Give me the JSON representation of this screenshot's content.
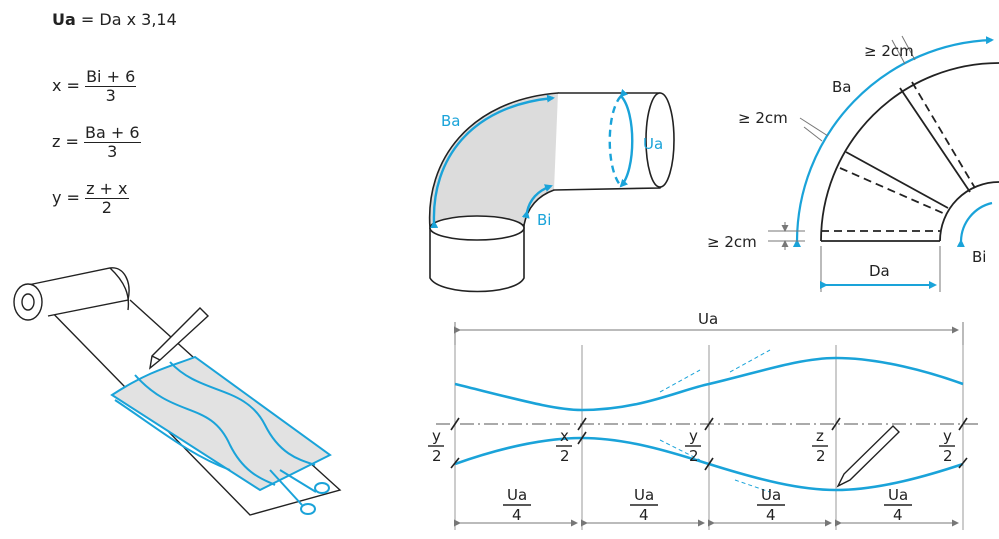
{
  "formulas": {
    "ua": {
      "lhs": "Ua",
      "rhs": "= Da x 3,14"
    },
    "x": {
      "lhs": "x =",
      "num": "Bi + 6",
      "den": "3"
    },
    "z": {
      "lhs": "z =",
      "num": "Ba + 6",
      "den": "3"
    },
    "y": {
      "lhs": "y =",
      "num": "z + x",
      "den": "2"
    }
  },
  "elbow": {
    "label_ba": "Ba",
    "label_ua": "Ua",
    "label_bi": "Bi"
  },
  "segments": {
    "label_ba": "Ba",
    "label_bi": "Bi",
    "label_da": "Da",
    "gap_top": "≥ 2cm",
    "gap_mid": "≥ 2cm",
    "gap_bottom": "≥ 2cm"
  },
  "unrolled": {
    "label_ua": "Ua",
    "frac_y1": {
      "num": "y",
      "den": "2"
    },
    "frac_x": {
      "num": "x",
      "den": "2"
    },
    "frac_y2": {
      "num": "y",
      "den": "2"
    },
    "frac_z": {
      "num": "z",
      "den": "2"
    },
    "frac_y3": {
      "num": "y",
      "den": "2"
    },
    "quarter": [
      {
        "num": "Ua",
        "den": "4"
      },
      {
        "num": "Ua",
        "den": "4"
      },
      {
        "num": "Ua",
        "den": "4"
      },
      {
        "num": "Ua",
        "den": "4"
      }
    ]
  },
  "colors": {
    "accent": "#1aa3d9",
    "line": "#222222",
    "fill": "#dcdcdc",
    "dim": "#777777"
  }
}
